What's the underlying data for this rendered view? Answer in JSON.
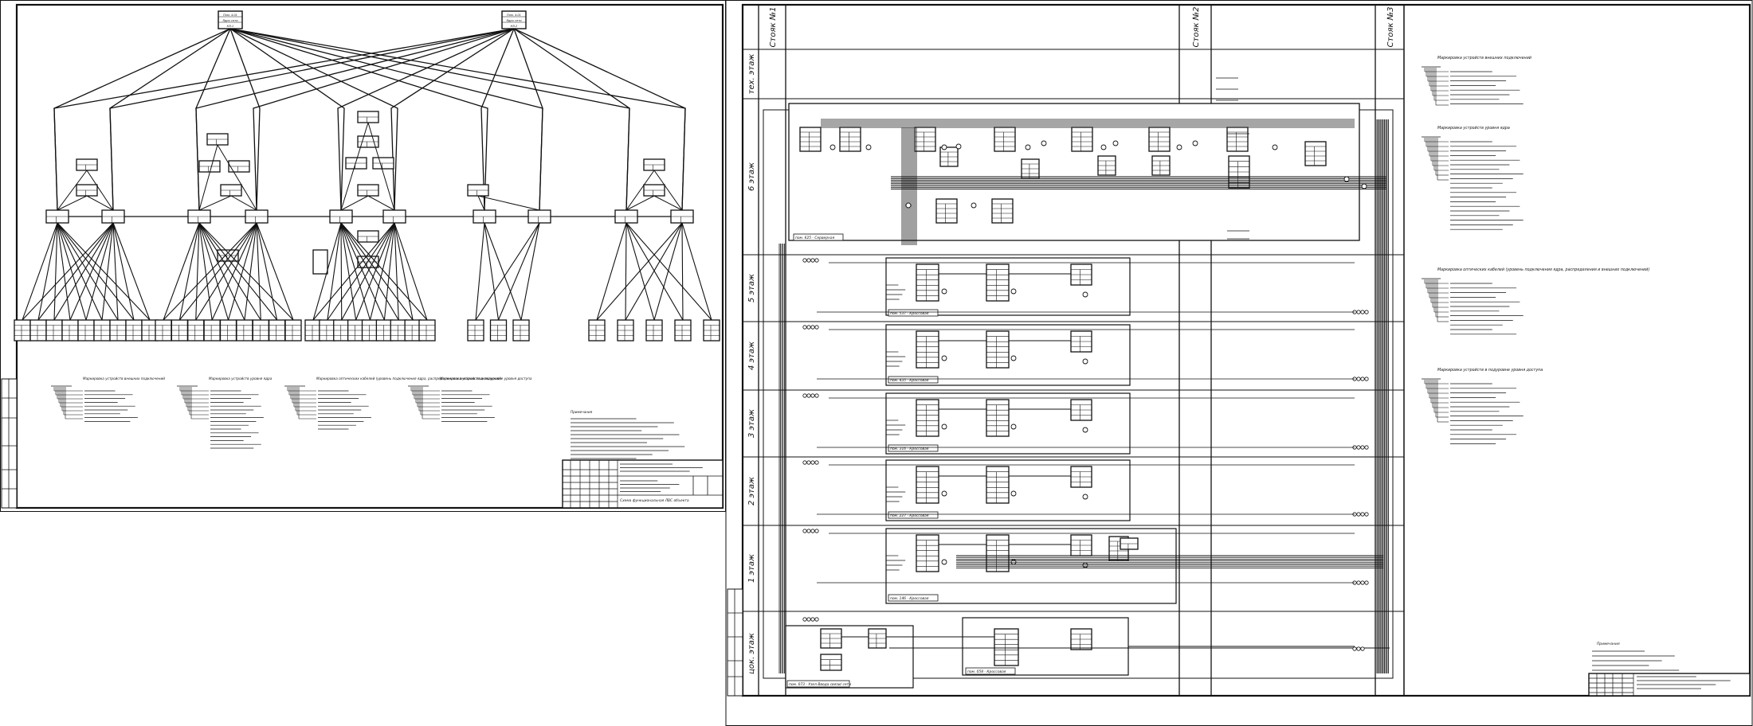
{
  "left_sheet": {
    "top_switches": [
      {
        "label": "Пом. 4.01",
        "sub": "Ядро сети",
        "id": "КЯ-1"
      },
      {
        "label": "Пом. 4.01",
        "sub": "Ядро сети",
        "id": "КЯ-2"
      }
    ],
    "legend_titles": [
      "Маркировка устройств внешних подключений",
      "Маркировка устройств уровня ядра",
      "Маркировка оптических кабелей (уровень подключения ядра, распределения и внешних подключений)",
      "Маркировка устройств в подуровне уровня доступа"
    ],
    "notes_title": "Примечания",
    "stamp_title": "Схема функциональная ЛВС объекта"
  },
  "right_sheet": {
    "risers": [
      "Стояк №1",
      "Стояк №2",
      "Стояк №3"
    ],
    "floors": [
      "тех. этаж",
      "6 этаж",
      "5 этаж",
      "4 этаж",
      "3 этаж",
      "2 этаж",
      "1 этаж",
      "цок. этаж"
    ],
    "rooms": [
      "пом. 625 - Серверная",
      "пом. 537 - Кроссовая",
      "пом. 435 - Кроссовая",
      "пом. 316 - Кроссовая",
      "пом. 227 - Кроссовая",
      "пом. 146 - Кроссовая",
      "пом. 073 - Узел Ввода связи/ сети",
      "пом. 058 - Кроссовая"
    ],
    "legend_titles": [
      "Маркировка устройств внешних подключений",
      "Маркировка устройств уровня ядра",
      "Маркировка оптических кабелей (уровень подключения ядра, распределения и внешних подключений)",
      "Маркировка устройств в подуровне уровня доступа"
    ],
    "notes_title": "Примечания"
  },
  "colors": {
    "ink": "#111111",
    "paper": "#ffffff",
    "frame": "#000000"
  }
}
